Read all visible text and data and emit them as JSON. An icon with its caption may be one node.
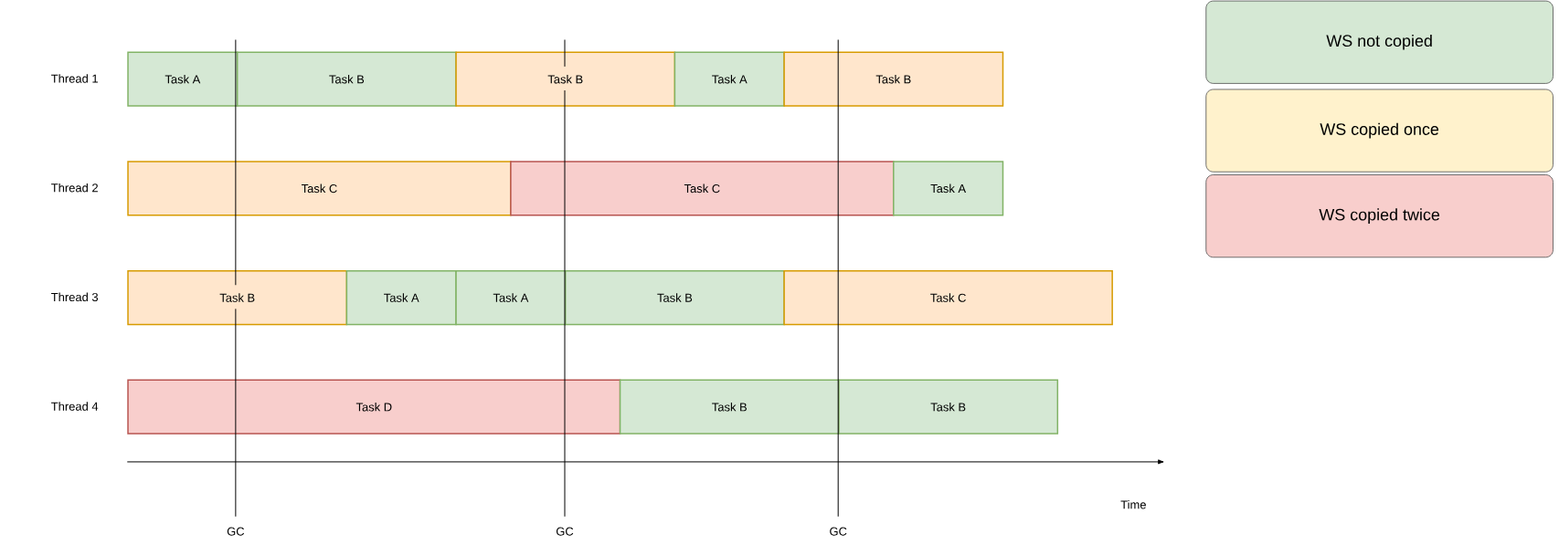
{
  "diagram": {
    "nodes": [
      {
        "text": [
          "Task A"
        ]
      },
      {
        "text": [
          "Task B"
        ]
      },
      {
        "text": [
          "Task B"
        ]
      },
      {
        "text": [
          "Task A"
        ]
      },
      {
        "text": [
          "Task B"
        ]
      },
      {
        "text": [
          "Task C"
        ]
      },
      {
        "text": [
          "Task C"
        ]
      },
      {
        "text": [
          "Task A"
        ]
      },
      {
        "text": [
          "Task B"
        ]
      },
      {
        "text": [
          "Task A"
        ]
      },
      {
        "text": [
          "Task A"
        ]
      },
      {
        "text": [
          "Task B"
        ]
      },
      {
        "text": [
          "Task C"
        ]
      },
      {
        "text": [
          "Task D"
        ]
      },
      {
        "text": [
          "Task B"
        ]
      },
      {
        "text": [
          "Task B"
        ]
      }
    ],
    "edges": [],
    "labels": [
      "Thread 1",
      "Thread 2",
      "Thread 3",
      "Thread 4",
      "Time",
      "GC",
      "GC",
      "GC"
    ],
    "legend": [
      {
        "text": "WS not copied",
        "color": "#d5e8d4"
      },
      {
        "text": "WS copied once",
        "color": "#fff2cc"
      },
      {
        "text": "WS copied twice",
        "color": "#f8cecc"
      }
    ]
  }
}
